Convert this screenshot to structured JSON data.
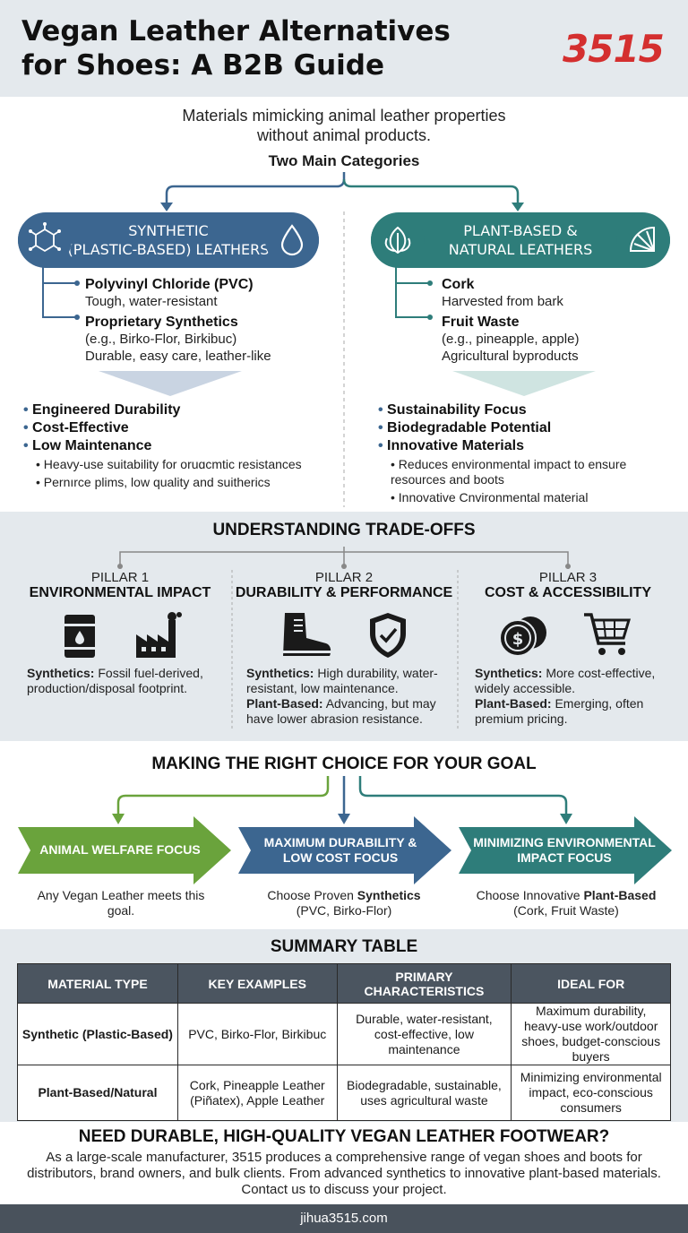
{
  "header": {
    "title_line1": "Vegan Leather Alternatives",
    "title_line2": "for Shoes: A B2B Guide",
    "logo": "3515"
  },
  "intro": {
    "line1": "Materials mimicking animal leather properties",
    "line2": "without animal products.",
    "categories_label": "Two Main Categories"
  },
  "synthetic": {
    "banner_line1": "SYNTHETIC",
    "banner_line2": "(PLASTIC-BASED) LEATHERS",
    "icon": "molecule-icon",
    "icon_right": "water-drop-icon",
    "items": [
      {
        "name": "Polyvinyl Chloride (PVC)",
        "desc": "Tough, water-resistant",
        "desc2": ""
      },
      {
        "name": "Proprietary Synthetics",
        "desc": "(e.g., Birko-Flor, Birkibuc)",
        "desc2": "Durable, easy care, leather-like"
      }
    ],
    "benefits": [
      "Engineered Durability",
      "Cost-Effective",
      "Low Maintenance"
    ],
    "notes": [
      "Heavy-use suitability for oruɑcmtic resistances",
      "Pernırce plims, low quality and suitherics"
    ]
  },
  "plant": {
    "banner_line1": "PLANT-BASED &",
    "banner_line2": "NATURAL LEATHERS",
    "icon": "leaf-icon",
    "icon_right": "citrus-slice-icon",
    "items": [
      {
        "name": "Cork",
        "desc": "Harvested from bark",
        "desc2": ""
      },
      {
        "name": "Fruit Waste",
        "desc": "(e.g., pineapple, apple)",
        "desc2": "Agricultural byproducts"
      }
    ],
    "benefits": [
      "Sustainability Focus",
      "Biodegradable Potential",
      "Innovative Materials"
    ],
    "notes": [
      "Reduces environmental impact to ensure resources and boots",
      "Innovative Cnvironmental material"
    ]
  },
  "tradeoffs": {
    "title": "UNDERSTANDING TRADE-OFFS",
    "pillars": [
      {
        "num": "PILLAR 1",
        "name": "ENVIRONMENTAL IMPACT",
        "icons": [
          "oil-barrel-icon",
          "factory-icon"
        ],
        "s_label": "Synthetics:",
        "s_text": " Fossil fuel-derived, production/disposal footprint.",
        "p_label": "",
        "p_text": ""
      },
      {
        "num": "PILLAR 2",
        "name": "DURABILITY & PERFORMANCE",
        "icons": [
          "boot-icon",
          "shield-check-icon"
        ],
        "s_label": "Synthetics:",
        "s_text": " High durability, water-resistant, low maintenance.",
        "p_label": "Plant-Based:",
        "p_text": " Advancing, but may have lower abrasion resistance."
      },
      {
        "num": "PILLAR 3",
        "name": "COST & ACCESSIBILITY",
        "icons": [
          "coins-icon",
          "shopping-cart-icon"
        ],
        "s_label": "Synthetics:",
        "s_text": " More cost-effective, widely accessible.",
        "p_label": "Plant-Based:",
        "p_text": " Emerging, often premium pricing."
      }
    ]
  },
  "choice": {
    "title": "MAKING THE RIGHT CHOICE FOR YOUR GOAL",
    "goals": [
      {
        "label1": "ANIMAL WELFARE FOCUS",
        "label2": "",
        "desc_pre": "Any Vegan Leather meets this goal.",
        "desc_bold": "",
        "desc_post": "",
        "color": "#6aa33c"
      },
      {
        "label1": "MAXIMUM DURABILITY &",
        "label2": "LOW COST FOCUS",
        "desc_pre": "Choose Proven ",
        "desc_bold": "Synthetics",
        "desc_post": "(PVC, Birko-Flor)",
        "color": "#3c6690"
      },
      {
        "label1": "MINIMIZING ENVIRONMENTAL",
        "label2": "IMPACT FOCUS",
        "desc_pre": "Choose Innovative ",
        "desc_bold": "Plant-Based",
        "desc_post": "(Cork, Fruit Waste)",
        "color": "#2e7d7a"
      }
    ]
  },
  "summary": {
    "title": "SUMMARY TABLE",
    "headers": [
      "MATERIAL TYPE",
      "KEY EXAMPLES",
      "PRIMARY CHARACTERISTICS",
      "IDEAL FOR"
    ],
    "rows": [
      [
        "Synthetic (Plastic-Based)",
        "PVC, Birko-Flor, Birkibuc",
        "Durable, water-resistant, cost-effective, low maintenance",
        "Maximum durability, heavy-use work/outdoor shoes, budget-conscious buyers"
      ],
      [
        "Plant-Based/Natural",
        "Cork, Pineapple Leather (Piñatex), Apple Leather",
        "Biodegradable, sustainable, uses agricultural waste",
        "Minimizing environmental impact, eco-conscious consumers"
      ]
    ]
  },
  "cta": {
    "title": "NEED DURABLE, HIGH-QUALITY VEGAN LEATHER FOOTWEAR?",
    "text": "As a large-scale manufacturer, 3515 produces a comprehensive range of vegan shoes and boots for distributors, brand owners, and bulk clients. From advanced synthetics to innovative plant-based materials. Contact us to discuss your project."
  },
  "footer": {
    "url": "jihua3515.com"
  },
  "colors": {
    "synthetic": "#3c6690",
    "plant": "#2e7d7a",
    "green": "#6aa33c",
    "logo": "#d42f2f"
  }
}
